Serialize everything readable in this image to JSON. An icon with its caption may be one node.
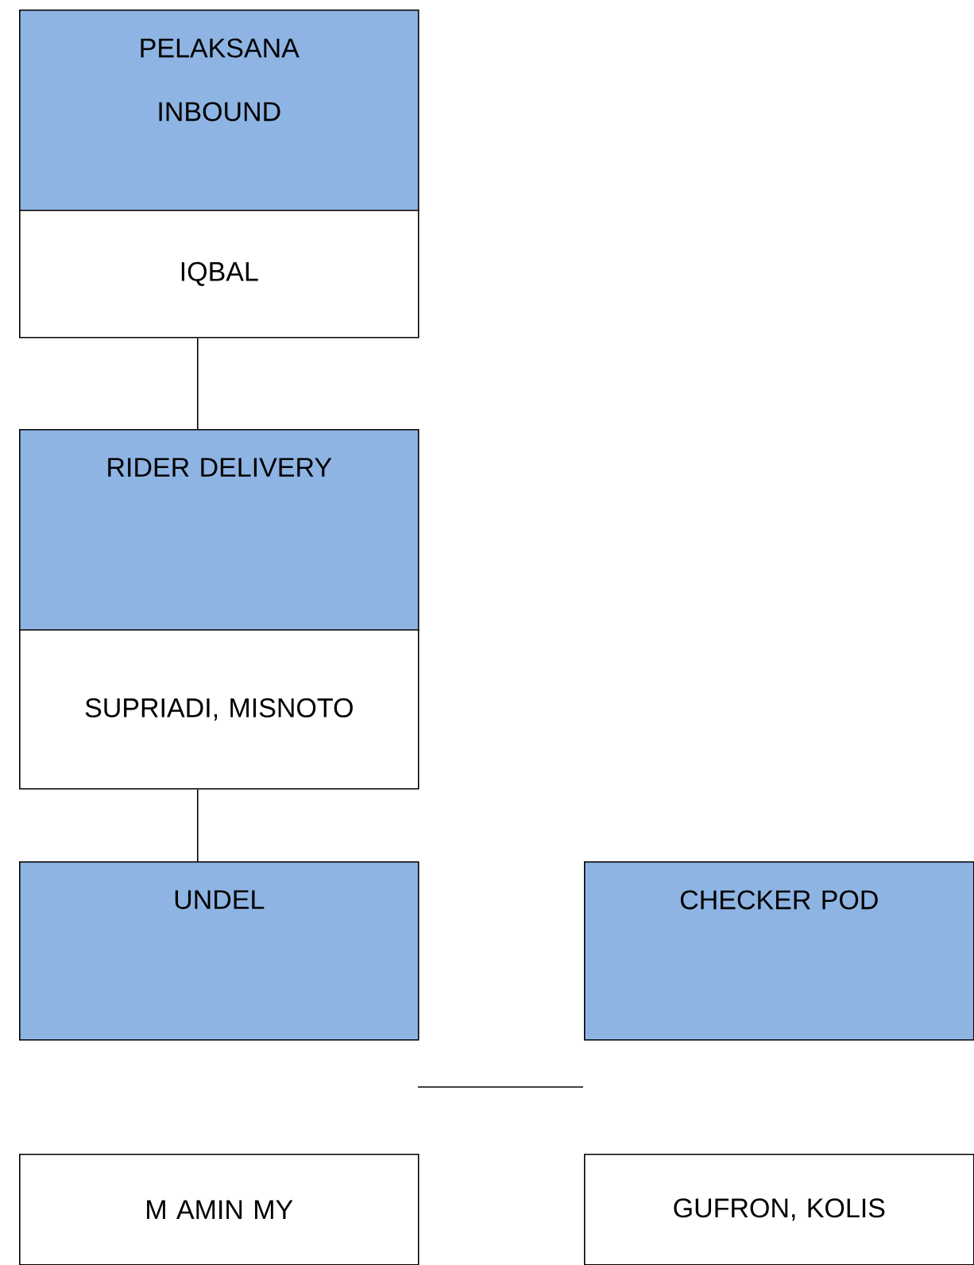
{
  "diagram": {
    "nodes": [
      {
        "text": [
          "PELAKSANA INBOUND"
        ]
      },
      {
        "text": [
          "IQBAL"
        ]
      },
      {
        "text": [
          "RIDER DELIVERY"
        ]
      },
      {
        "text": [
          "SUPRIADI, MISNOTO"
        ]
      },
      {
        "text": [
          "UNDEL"
        ]
      },
      {
        "text": [
          "CHECKER POD"
        ]
      },
      {
        "text": [
          "M AMIN MY"
        ]
      },
      {
        "text": [
          "GUFRON, KOLIS"
        ]
      }
    ],
    "edges": [
      {
        "from": 1,
        "to": 2,
        "arrow": "none"
      },
      {
        "from": 3,
        "to": 4,
        "arrow": "none"
      }
    ]
  }
}
